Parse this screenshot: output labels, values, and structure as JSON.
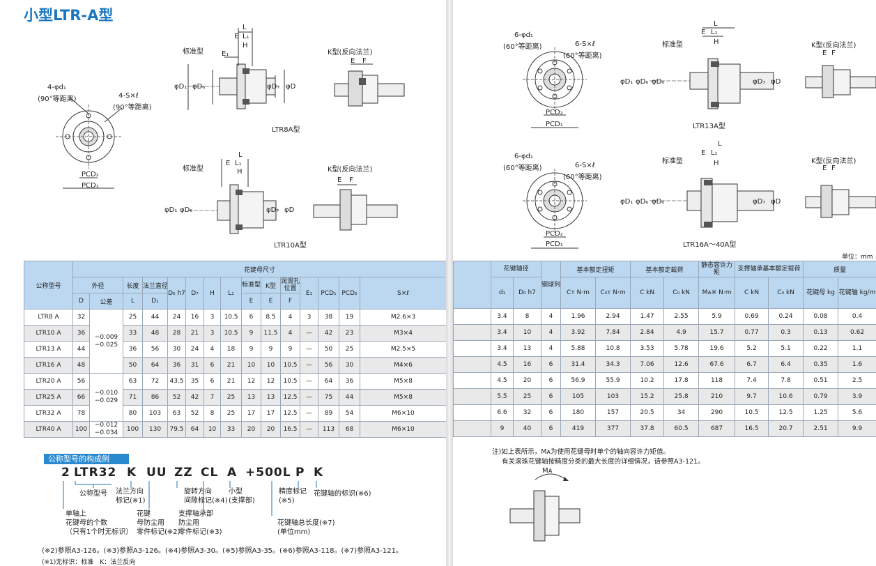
{
  "title": "小型LTR-A型",
  "unit": "单位：mm",
  "drawings": {
    "standard": "标准型",
    "k_type": "K型(反向法兰)",
    "ltr8a": "LTR8A型",
    "ltr10a": "LTR10A型",
    "ltr13a": "LTR13A型",
    "ltr16a": "LTR16A～40A型",
    "front_holes_4": "4-φd₁",
    "front_pitch_90": "(90°等距离)",
    "front_s4": "4-S×ℓ",
    "front_holes_6": "6-φd₁",
    "front_pitch_60": "(60°等距离)",
    "front_s6": "6-S×ℓ",
    "pcd1": "PCD₁",
    "pcd2": "PCD₂",
    "dim_L": "L",
    "dim_E": "E",
    "dim_L1": "L₁",
    "dim_H": "H",
    "dim_E1": "E₁",
    "dim_F": "F",
    "dim_D1": "φD₁",
    "dim_D6": "φD₆",
    "dim_D7": "φD₇",
    "dim_D": "φD",
    "dim_D0": "φD₀",
    "dim_MA": "Mᴀ"
  },
  "table_left": {
    "head_model": "公称型号",
    "head_nut": "花键母尺寸",
    "head_od": "外径",
    "head_len": "长度",
    "head_flange": "法兰直径",
    "head_std": "标准型",
    "head_k": "K型",
    "head_lube": "润滑孔位置",
    "sub": [
      "D",
      "公差",
      "L",
      "D₁",
      "D₆ h7",
      "D₇",
      "H",
      "L₁",
      "E",
      "E",
      "F",
      "E₁",
      "PCD₁",
      "PCD₂",
      "S×ℓ"
    ],
    "tol_a": "−0.009\n−0.025",
    "tol_b": "−0.010\n−0.029",
    "tol_c": "−0.012\n−0.034",
    "rows": [
      [
        "LTR8 A",
        "32",
        "25",
        "44",
        "24",
        "16",
        "3",
        "10.5",
        "6",
        "8.5",
        "4",
        "3",
        "38",
        "19",
        "M2.6×3"
      ],
      [
        "LTR10 A",
        "36",
        "33",
        "48",
        "28",
        "21",
        "3",
        "10.5",
        "9",
        "11.5",
        "4",
        "—",
        "42",
        "23",
        "M3×4"
      ],
      [
        "LTR13 A",
        "44",
        "36",
        "56",
        "30",
        "24",
        "4",
        "18",
        "9",
        "9",
        "9",
        "—",
        "50",
        "25",
        "M2.5×5"
      ],
      [
        "LTR16 A",
        "48",
        "50",
        "64",
        "36",
        "31",
        "6",
        "21",
        "10",
        "10",
        "10.5",
        "—",
        "56",
        "30",
        "M4×6"
      ],
      [
        "LTR20 A",
        "56",
        "63",
        "72",
        "43.5",
        "35",
        "6",
        "21",
        "12",
        "12",
        "10.5",
        "—",
        "64",
        "36",
        "M5×8"
      ],
      [
        "LTR25 A",
        "66",
        "71",
        "86",
        "52",
        "42",
        "7",
        "25",
        "13",
        "13",
        "12.5",
        "—",
        "75",
        "44",
        "M5×8"
      ],
      [
        "LTR32 A",
        "78",
        "80",
        "103",
        "63",
        "52",
        "8",
        "25",
        "17",
        "17",
        "12.5",
        "—",
        "89",
        "54",
        "M6×10"
      ],
      [
        "LTR40 A",
        "100",
        "100",
        "130",
        "79.5",
        "64",
        "10",
        "33",
        "20",
        "20",
        "16.5",
        "—",
        "113",
        "68",
        "M6×10"
      ]
    ]
  },
  "table_right": {
    "head_shaft": "花键轴径",
    "head_balls": "钢球列",
    "head_torque": "基本额定扭矩",
    "head_load": "基本额定载荷",
    "head_static": "静态容许力矩",
    "head_bearing": "支撑轴承基本额定载荷",
    "head_mass": "质量",
    "sub": [
      "d₁",
      "D₀ h7",
      "",
      "Cт N·m",
      "C₀т N·m",
      "C kN",
      "C₀ kN",
      "Mᴀ※ N·m",
      "C kN",
      "C₀ kN",
      "花键母 kg",
      "花键轴 kg/m"
    ],
    "rows": [
      [
        "3.4",
        "8",
        "4",
        "1.96",
        "2.94",
        "1.47",
        "2.55",
        "5.9",
        "0.69",
        "0.24",
        "0.08",
        "0.4"
      ],
      [
        "3.4",
        "10",
        "4",
        "3.92",
        "7.84",
        "2.84",
        "4.9",
        "15.7",
        "0.77",
        "0.3",
        "0.13",
        "0.62"
      ],
      [
        "3.4",
        "13",
        "4",
        "5.88",
        "10.8",
        "3.53",
        "5.78",
        "19.6",
        "5.2",
        "5.1",
        "0.22",
        "1.1"
      ],
      [
        "4.5",
        "16",
        "6",
        "31.4",
        "34.3",
        "7.06",
        "12.6",
        "67.6",
        "6.7",
        "6.4",
        "0.35",
        "1.6"
      ],
      [
        "4.5",
        "20",
        "6",
        "56.9",
        "55.9",
        "10.2",
        "17.8",
        "118",
        "7.4",
        "7.8",
        "0.51",
        "2.5"
      ],
      [
        "5.5",
        "25",
        "6",
        "105",
        "103",
        "15.2",
        "25.8",
        "210",
        "9.7",
        "10.6",
        "0.79",
        "3.9"
      ],
      [
        "6.6",
        "32",
        "6",
        "180",
        "157",
        "20.5",
        "34",
        "290",
        "10.5",
        "12.5",
        "1.25",
        "5.6"
      ],
      [
        "9",
        "40",
        "6",
        "419",
        "377",
        "37.8",
        "60.5",
        "687",
        "16.5",
        "20.7",
        "2.51",
        "9.9"
      ]
    ]
  },
  "model_code": {
    "heading": "公称型号的构成例",
    "parts": [
      "2",
      "LTR32",
      "K",
      "UU",
      "ZZ",
      "CL",
      "A",
      "+500L",
      "P",
      "K"
    ],
    "desc_model": "公称型号",
    "desc_flange": "法兰方向\n标记(※1)",
    "desc_rotate": "旋转方向\n间隙标记(※4)",
    "desc_small": "小型\n(支撑部)",
    "desc_accuracy": "精度标记\n(※5)",
    "desc_shaft_mark": "花键轴的标识(※6)",
    "desc_single": "单轴上\n花键母的个数\n（只有1个时无标识）",
    "desc_nut_dust": "花键\n母防尘用\n零件标记(※2)",
    "desc_support_dust": "支撑轴承部\n防尘用\n零件标记(※3)",
    "desc_length": "花键轴总长度(※7)\n(单位mm)",
    "refs": "(※2)参照A3-126。(※3)参照A3-126。(※4)参照A3-30。(※5)参照A3-35。(※6)参照A3-118。(※7)参照A3-121。",
    "footnote": "(※1)无标识：标准　K：法兰反向"
  },
  "notes": {
    "line1": "注)如上表所示，Mᴀ为使用花键母时单个的轴向容许力矩值。",
    "line2": "有关滚珠花键轴按精度分类的最大长度的详细情况，请参照A3-121。"
  }
}
